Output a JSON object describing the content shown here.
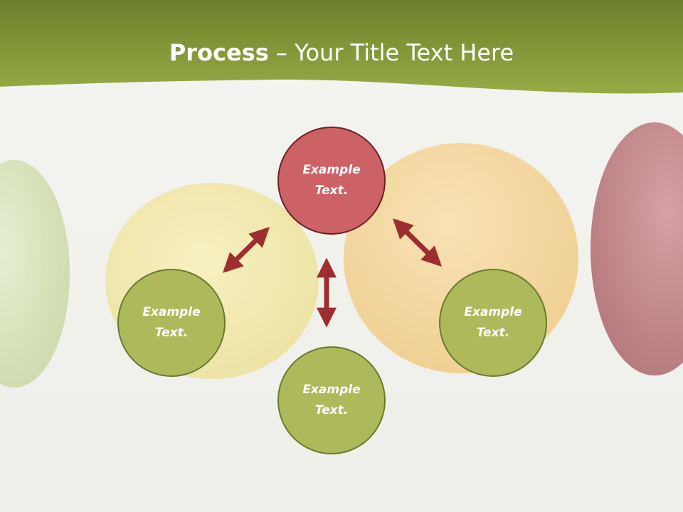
{
  "slide": {
    "title_bold": "Process",
    "title_rest": " – Your Title Text Here"
  },
  "nodes": {
    "top": {
      "label": "Example Text."
    },
    "left": {
      "label": "Example Text."
    },
    "bottom": {
      "label": "Example Text."
    },
    "right": {
      "label": "Example Text."
    }
  },
  "colors": {
    "header_green": "#8a9d3d",
    "node_green": "#aeb95b",
    "node_red": "#cd6266",
    "arrow_red": "#9e2e2e"
  }
}
